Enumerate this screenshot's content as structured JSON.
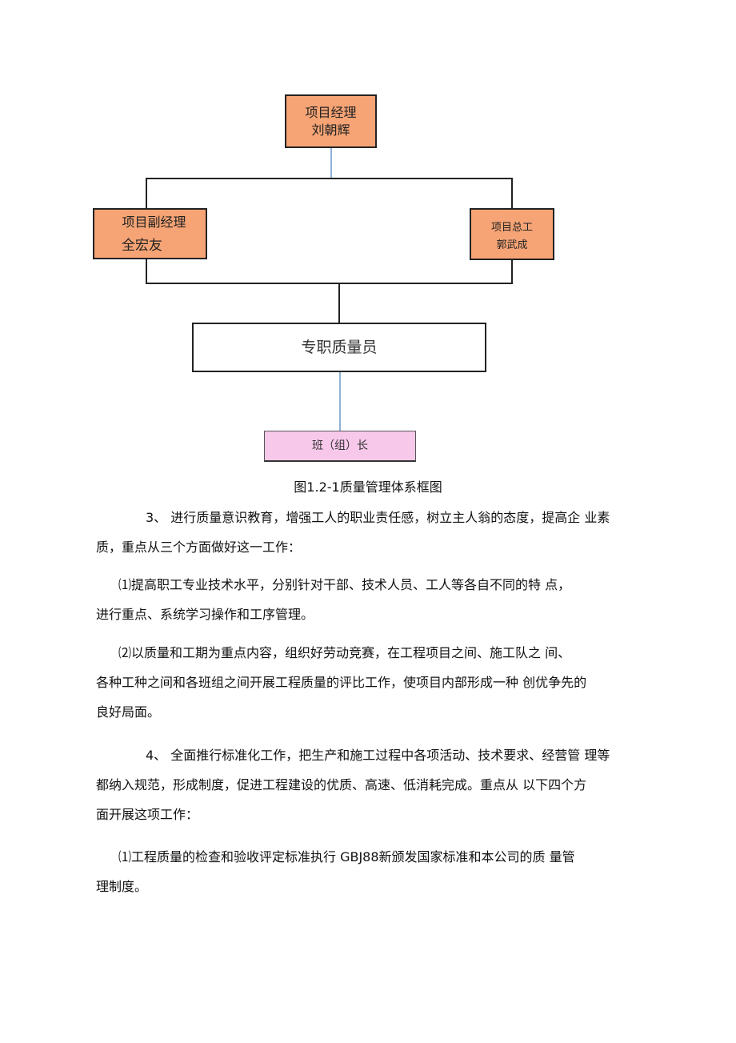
{
  "org_chart": {
    "manager": {
      "title": "项目经理",
      "name": "刘朝辉"
    },
    "deputy_manager": {
      "title": "项目副经理",
      "name": "全宏友"
    },
    "chief_engineer": {
      "title": "项目总工",
      "name": "郭武成"
    },
    "quality_officer": {
      "title": "专职质量员"
    },
    "team_leader": {
      "title": "班（组）长"
    },
    "colors": {
      "orange": "#f6a475",
      "pink": "#f8c8ea",
      "connector_blue": "#8fb0d6"
    }
  },
  "caption": "图1.2-1质量管理体系框图",
  "paragraphs": [
    {
      "lines": [
        "3、  进行质量意识教育，增强工人的职业责任感，树立主人翁的态度，提高企  业素",
        "质，重点从三个方面做好这一工作："
      ]
    },
    {
      "lines": [
        "⑴提高职工专业技术水平，分别针对干部、技术人员、工人等各自不同的特  点，",
        "进行重点、系统学习操作和工序管理。"
      ]
    },
    {
      "lines": [
        "⑵以质量和工期为重点内容，组织好劳动竞赛，在工程项目之间、施工队之  间、",
        "各种工种之间和各班组之间开展工程质量的评比工作，使项目内部形成一种  创优争先的",
        "良好局面。"
      ]
    },
    {
      "lines": [
        "4、  全面推行标准化工作，把生产和施工过程中各项活动、技术要求、经营管  理等",
        "都纳入规范，形成制度，促进工程建设的优质、高速、低消耗完成。重点从  以下四个方",
        "面开展这项工作："
      ]
    },
    {
      "lines": [
        "⑴工程质量的检查和验收评定标准执行  GBJ88新颁发国家标准和本公司的质  量管",
        "理制度。"
      ]
    }
  ]
}
